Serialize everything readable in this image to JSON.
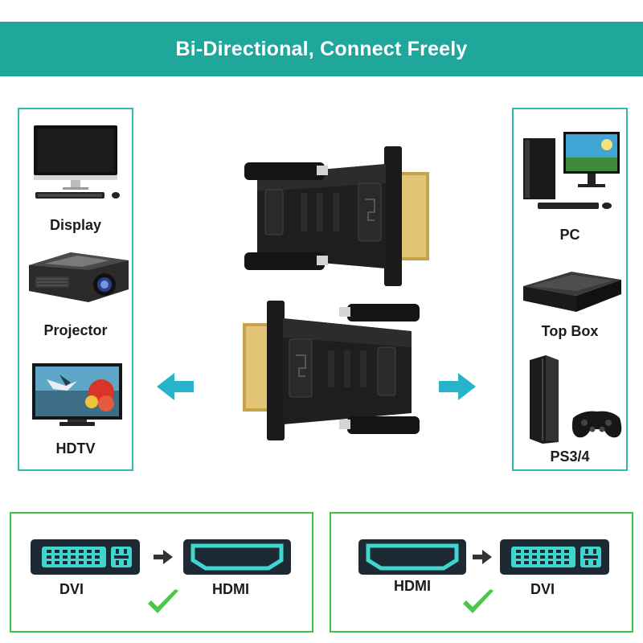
{
  "banner": {
    "title": "Bi-Directional, Connect Freely",
    "color": "#20a79c"
  },
  "left_devices": [
    {
      "label": "Display",
      "icon": "monitor-icon"
    },
    {
      "label": "Projector",
      "icon": "projector-icon"
    },
    {
      "label": "HDTV",
      "icon": "tv-icon"
    }
  ],
  "right_devices": [
    {
      "label": "PC",
      "icon": "desktop-pc-icon"
    },
    {
      "label": "Top Box",
      "icon": "set-top-box-icon"
    },
    {
      "label": "PS3/4",
      "icon": "game-console-icon"
    }
  ],
  "conversions": [
    {
      "from": "DVI",
      "to": "HDMI"
    },
    {
      "from": "HDMI",
      "to": "DVI"
    }
  ],
  "colors": {
    "accent": "#2fb9a8",
    "border_green": "#3dbf45",
    "arrow": "#27b3c9",
    "connector_dark": "#1d2a33",
    "pins": "#3fd6d0"
  }
}
